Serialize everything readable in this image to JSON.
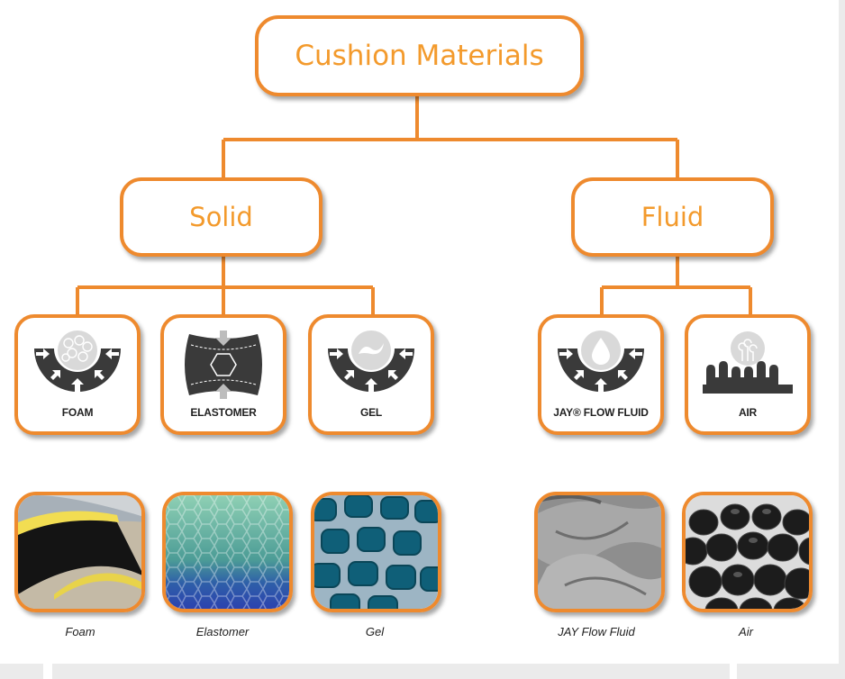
{
  "root": {
    "label": "Cushion Materials"
  },
  "categories": {
    "solid": "Solid",
    "fluid": "Fluid"
  },
  "materials": [
    {
      "label": "FOAM",
      "icon": "foam-icon"
    },
    {
      "label": "ELASTOMER",
      "icon": "elastomer-icon"
    },
    {
      "label": "GEL",
      "icon": "gel-icon"
    },
    {
      "label": "JAY® FLOW FLUID",
      "icon": "flow-fluid-icon"
    },
    {
      "label": "AIR",
      "icon": "air-icon"
    }
  ],
  "photos": [
    {
      "caption": "Foam"
    },
    {
      "caption": "Elastomer"
    },
    {
      "caption": "Gel"
    },
    {
      "caption": "JAY Flow Fluid"
    },
    {
      "caption": "Air"
    }
  ],
  "colors": {
    "accent": "#ee8a2e",
    "text_accent": "#f39a2c",
    "icon_dark": "#3a3a3a"
  }
}
